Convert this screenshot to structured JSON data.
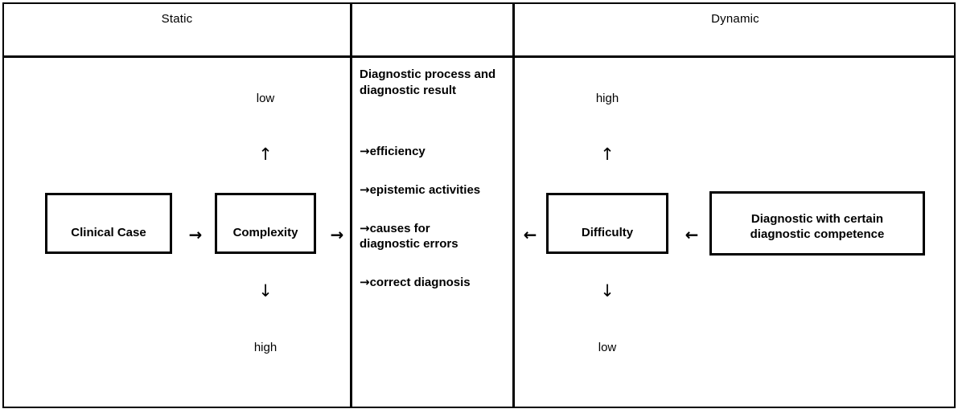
{
  "figure": {
    "title_static": "Static",
    "title_middle": "",
    "title_dynamic": "Dynamic"
  },
  "static_column": {
    "scale_top_label": "low",
    "arrow_up": "↑",
    "arrow_down": "↓",
    "scale_bottom_label": "high",
    "boxes": [
      {
        "label": "Clinical Case"
      },
      {
        "label": "Complexity"
      }
    ],
    "flow_arrow_1": "→",
    "flow_arrow_2": "→"
  },
  "middle_column": {
    "heading": "Diagnostic process and diagnostic result",
    "items": [
      {
        "bullet": "→",
        "label": "efficiency"
      },
      {
        "bullet": "→",
        "label": "epistemic activities"
      },
      {
        "bullet": "→",
        "label": "causes for\ndiagnostic errors"
      },
      {
        "bullet": "→",
        "label": "correct diagnosis"
      }
    ]
  },
  "dynamic_column": {
    "scale_top_label": "high",
    "arrow_up": "↑",
    "arrow_down": "↓",
    "scale_bottom_label": "low",
    "boxes": [
      {
        "label": "Difficulty"
      },
      {
        "label": "Diagnostic with certain\ndiagnostic competence"
      }
    ],
    "flow_arrow_1": "←",
    "flow_arrow_2": "←"
  },
  "colors": {
    "ink": "#000000",
    "paper": "#ffffff"
  }
}
